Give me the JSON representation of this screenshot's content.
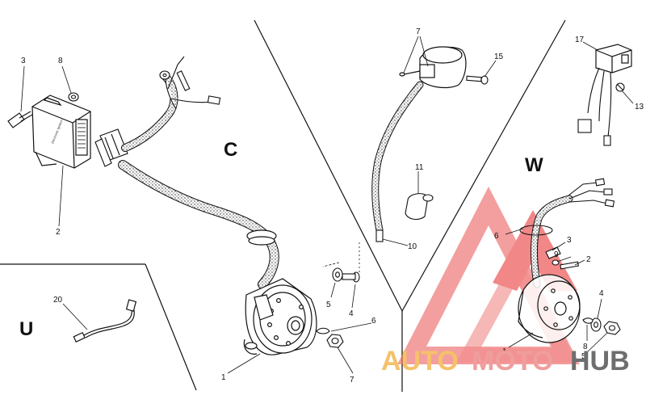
{
  "sections": {
    "c": "C",
    "w": "W",
    "u": "U"
  },
  "callouts": {
    "c": [
      "1",
      "2",
      "3",
      "4",
      "5",
      "6",
      "7",
      "8"
    ],
    "upper": [
      "7",
      "15",
      "11",
      "10"
    ],
    "w": [
      "17",
      "13",
      "6",
      "3",
      "9",
      "2",
      "4",
      "8",
      "5",
      "1"
    ],
    "u": [
      "20"
    ]
  },
  "part_label": "Electronic Ignition",
  "watermark": {
    "auto": "AUTO",
    "moto": "MOTO",
    "hub": "HUB"
  },
  "colors": {
    "line": "#111111",
    "watermark_orange": "#f5c16a",
    "watermark_red": "#ef9d9d",
    "watermark_gray": "#6e6e6e",
    "triangle": "#ee6a6a"
  }
}
